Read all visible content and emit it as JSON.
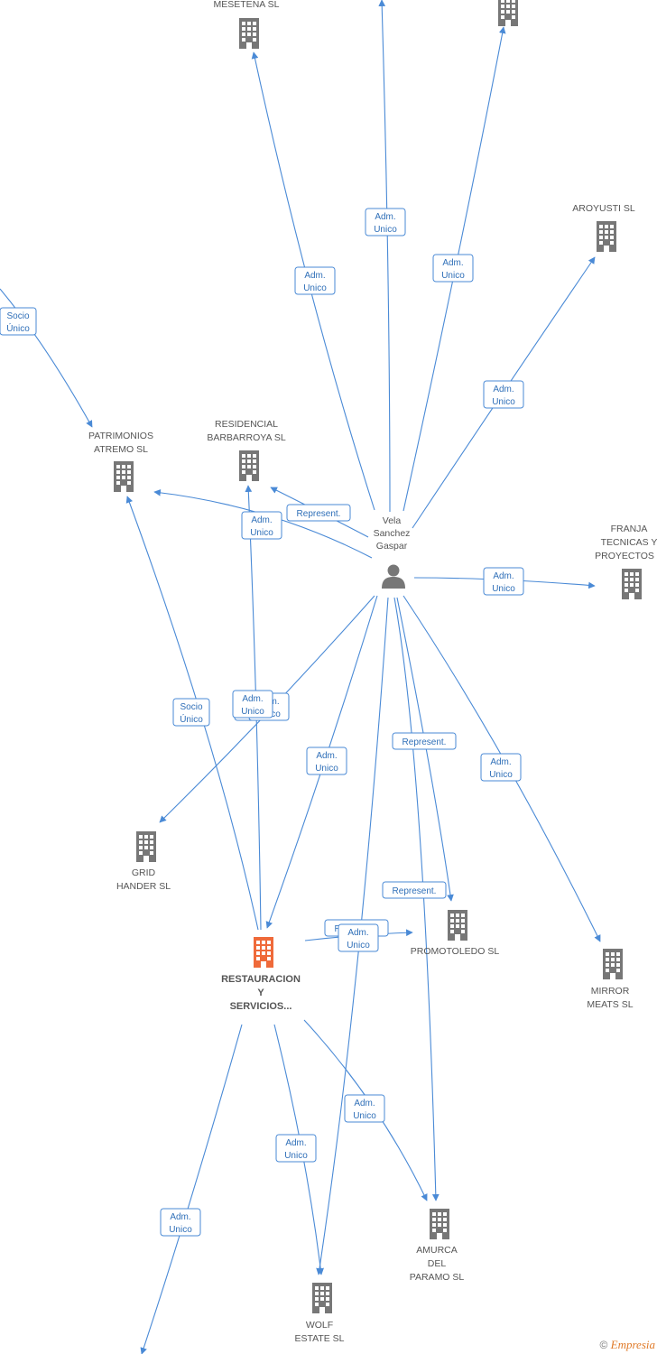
{
  "colors": {
    "edge": "#4a8ad6",
    "company": "#777777",
    "main_company": "#ef6a3a",
    "person": "#777777"
  },
  "nodes": [
    {
      "id": "mesetena",
      "type": "company",
      "lines": [
        "MESETENA SL"
      ]
    },
    {
      "id": "top_right",
      "type": "company",
      "lines": []
    },
    {
      "id": "aroyusti",
      "type": "company",
      "lines": [
        "AROYUSTI SL"
      ]
    },
    {
      "id": "patrimonios",
      "type": "company",
      "lines": [
        "PATRIMONIOS",
        "ATREMO SL"
      ]
    },
    {
      "id": "residencial",
      "type": "company",
      "lines": [
        "RESIDENCIAL",
        "BARBARROYA SL"
      ]
    },
    {
      "id": "vela",
      "type": "person",
      "lines": [
        "Vela",
        "Sanchez",
        "Gaspar"
      ]
    },
    {
      "id": "franja",
      "type": "company",
      "lines": [
        "FRANJA",
        "TECNICAS Y",
        "PROYECTOS S"
      ]
    },
    {
      "id": "grid",
      "type": "company",
      "lines": [
        "GRID",
        "HANDER SL"
      ]
    },
    {
      "id": "restauracion",
      "type": "main",
      "lines": [
        "RESTAURACION",
        "Y",
        "SERVICIOS..."
      ]
    },
    {
      "id": "promotoledo",
      "type": "company",
      "lines": [
        "PROMOTOLEDO SL"
      ]
    },
    {
      "id": "mirror",
      "type": "company",
      "lines": [
        "MIRROR",
        "MEATS SL"
      ]
    },
    {
      "id": "amurca",
      "type": "company",
      "lines": [
        "AMURCA",
        "DEL",
        "PARAMO SL"
      ]
    },
    {
      "id": "wolf",
      "type": "company",
      "lines": [
        "WOLF",
        "ESTATE SL"
      ]
    }
  ],
  "edges": [
    {
      "label": [
        "Adm.",
        "Unico"
      ]
    },
    {
      "label": [
        "Adm.",
        "Unico"
      ]
    },
    {
      "label": [
        "Adm.",
        "Unico"
      ]
    },
    {
      "label": [
        "Adm.",
        "Unico"
      ]
    },
    {
      "label": [
        "Socio",
        "Único"
      ]
    },
    {
      "label": [
        "Represent."
      ]
    },
    {
      "label": [
        "Adm.",
        "Unico"
      ]
    },
    {
      "label": [
        "Adm.",
        "Unico"
      ]
    },
    {
      "label": [
        "Socio",
        "Único"
      ]
    },
    {
      "label": [
        "Adm.",
        "Unico"
      ]
    },
    {
      "label": [
        "Adm.",
        "Unico"
      ]
    },
    {
      "label": [
        "Represent."
      ]
    },
    {
      "label": [
        "Adm.",
        "Unico"
      ]
    },
    {
      "label": [
        "Represent."
      ]
    },
    {
      "label": [
        "Represent."
      ]
    },
    {
      "label": [
        "Adm.",
        "Unico"
      ]
    },
    {
      "label": [
        "Adm.",
        "Unico"
      ]
    },
    {
      "label": [
        "Adm.",
        "Unico"
      ]
    },
    {
      "label": [
        "Adm.",
        "Unico"
      ]
    },
    {
      "label": [
        "Adm.",
        "Unico"
      ]
    },
    {
      "label": [
        "Adm.",
        "Unico"
      ]
    }
  ],
  "footer": {
    "copyright": "©",
    "brand": "Empresia"
  }
}
